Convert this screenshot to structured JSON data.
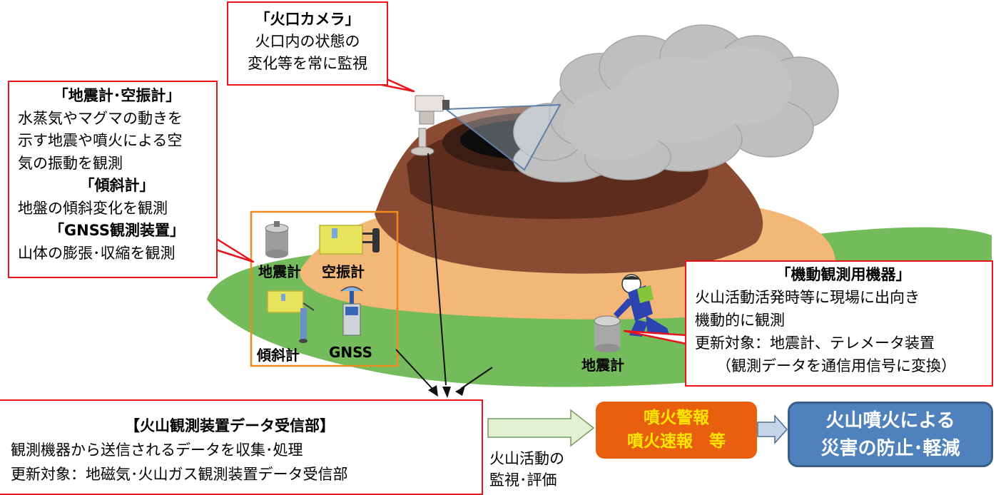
{
  "camera_box": {
    "title": "「火口カメラ」",
    "lines": [
      "火口内の状態の",
      "変化等を常に監視"
    ]
  },
  "seismo_box": {
    "title1": "「地震計･空振計」",
    "lines1": [
      "水蒸気やマグマの動きを",
      "示す地震や噴火による空",
      "気の振動を観測"
    ],
    "title2": "「傾斜計」",
    "lines2": [
      "地盤の傾斜変化を観測"
    ],
    "title3": "「GNSS観測装置」",
    "lines3": [
      "山体の膨張･収縮を観測"
    ]
  },
  "instruments": {
    "seismometer": "地震計",
    "infrasound": "空振計",
    "tiltmeter": "傾斜計",
    "gnss": "GNSS"
  },
  "mobile_box": {
    "title": "「機動観測用機器」",
    "lines": [
      "火山活動活発時等に現場に出向き",
      "機動的に観測",
      "更新対象：地震計、テレメータ装置",
      "（観測データを通信用信号に変換）"
    ],
    "device_label": "地震計"
  },
  "receiver_box": {
    "title": "【火山観測装置データ受信部】",
    "lines": [
      "観測機器から送信されるデータを収集･処理",
      "更新対象：地磁気･火山ガス観測装置データ受信部"
    ]
  },
  "flow": {
    "monitor_lines": [
      "火山活動の",
      "監視･評価"
    ],
    "warning_lines": [
      "噴火警報",
      "噴火速報　等"
    ],
    "result_lines": [
      "火山噴火による",
      "災害の防止･軽減"
    ]
  },
  "colors": {
    "callout_border": "#e8141b",
    "orange": "#e8600e",
    "blue": "#4f81bd",
    "warning_text": "#ffe600"
  }
}
